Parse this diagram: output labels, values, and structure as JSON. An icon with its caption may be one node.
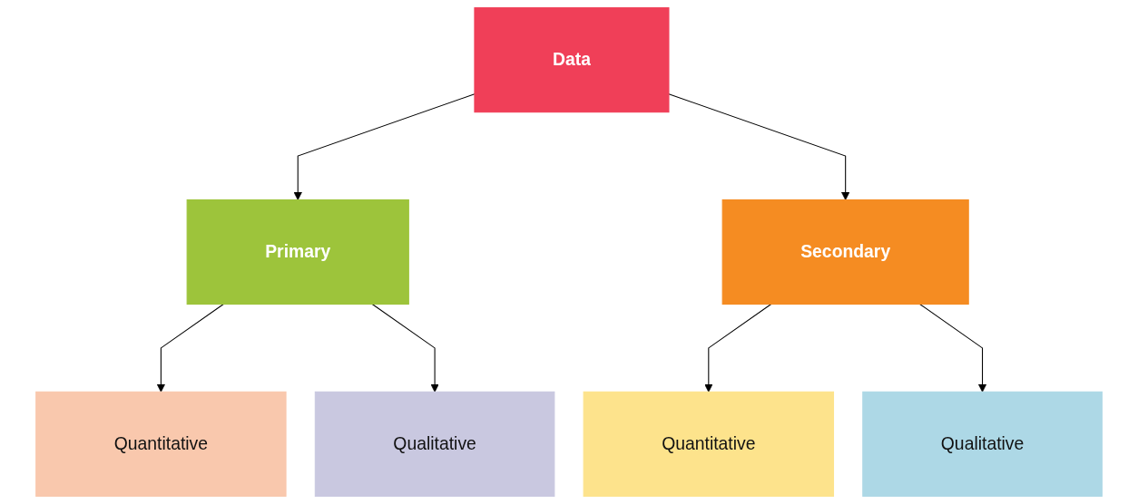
{
  "diagram": {
    "nodes": [
      {
        "text": [
          "Data"
        ]
      },
      {
        "text": [
          "Primary"
        ]
      },
      {
        "text": [
          "Secondary"
        ]
      },
      {
        "text": [
          "Quantitative"
        ]
      },
      {
        "text": [
          "Qualitative"
        ]
      },
      {
        "text": [
          "Quantitative"
        ]
      },
      {
        "text": [
          "Qualitative"
        ]
      }
    ],
    "edges": [
      {
        "from": 0,
        "to": 1,
        "arrow": "to"
      },
      {
        "from": 0,
        "to": 2,
        "arrow": "to"
      },
      {
        "from": 1,
        "to": 3,
        "arrow": "to"
      },
      {
        "from": 1,
        "to": 4,
        "arrow": "to"
      },
      {
        "from": 2,
        "to": 5,
        "arrow": "to"
      },
      {
        "from": 2,
        "to": 6,
        "arrow": "to"
      }
    ]
  }
}
